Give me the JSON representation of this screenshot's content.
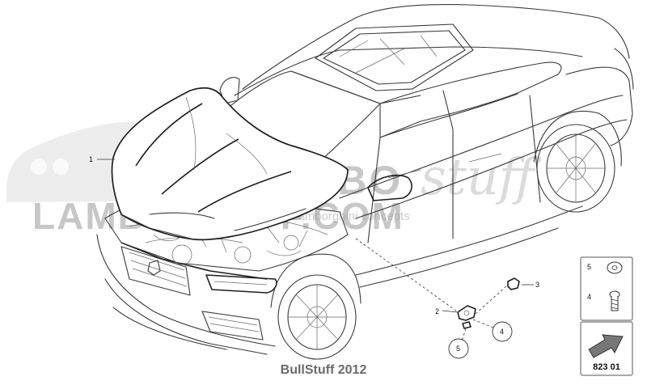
{
  "watermark": {
    "brand_line": "LAMBO",
    "script_word": "stuff",
    "domain_line": "LAMBOSTUFF.COM",
    "tagline": "Lamborghini concepts"
  },
  "callouts": [
    {
      "id": "1",
      "label": "1"
    },
    {
      "id": "2",
      "label": "2"
    },
    {
      "id": "3",
      "label": "3"
    },
    {
      "id": "4",
      "label": "4"
    },
    {
      "id": "5",
      "label": "5"
    }
  ],
  "legend": {
    "items": [
      {
        "number": "5",
        "icon": "washer-icon"
      },
      {
        "number": "4",
        "icon": "screw-icon"
      }
    ],
    "nav_icon": "arrow-icon",
    "diagram_code": "823 01"
  },
  "footer": {
    "text": "BullStuff 2012"
  }
}
